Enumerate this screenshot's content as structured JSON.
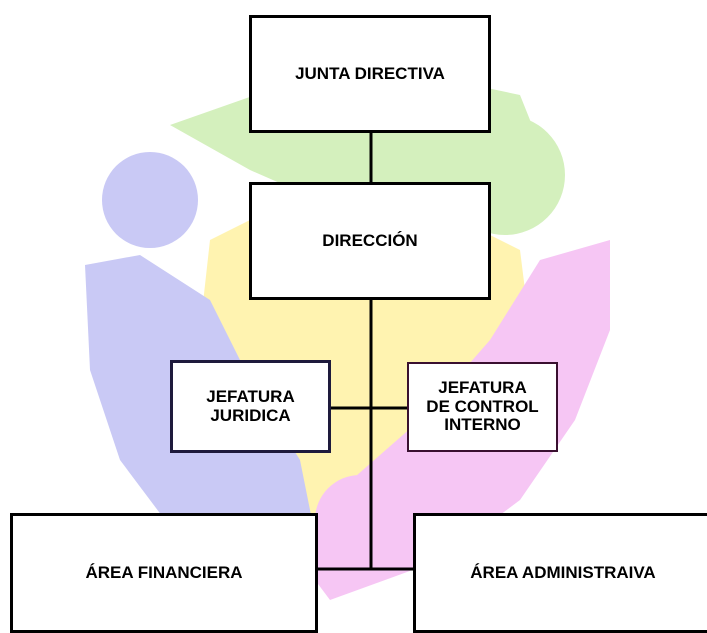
{
  "org_chart": {
    "junta": "JUNTA DIRECTIVA",
    "direccion": "DIRECCIÓN",
    "juridica": "JEFATURA\nJURIDICA",
    "control": "JEFATURA\nDE CONTROL\nINTERNO",
    "financiera": "ÁREA FINANCIERA",
    "administrativa": "ÁREA ADMINISTRAIVA"
  },
  "colors": {
    "box_border": "#000000",
    "juridica_border": "#1e1a3c",
    "control_border": "#3a1030",
    "watermark_green": "#d4f0bd",
    "watermark_yellow": "#fff3b0",
    "watermark_blue": "#c9c9f5",
    "watermark_pink": "#f6c6f4"
  }
}
